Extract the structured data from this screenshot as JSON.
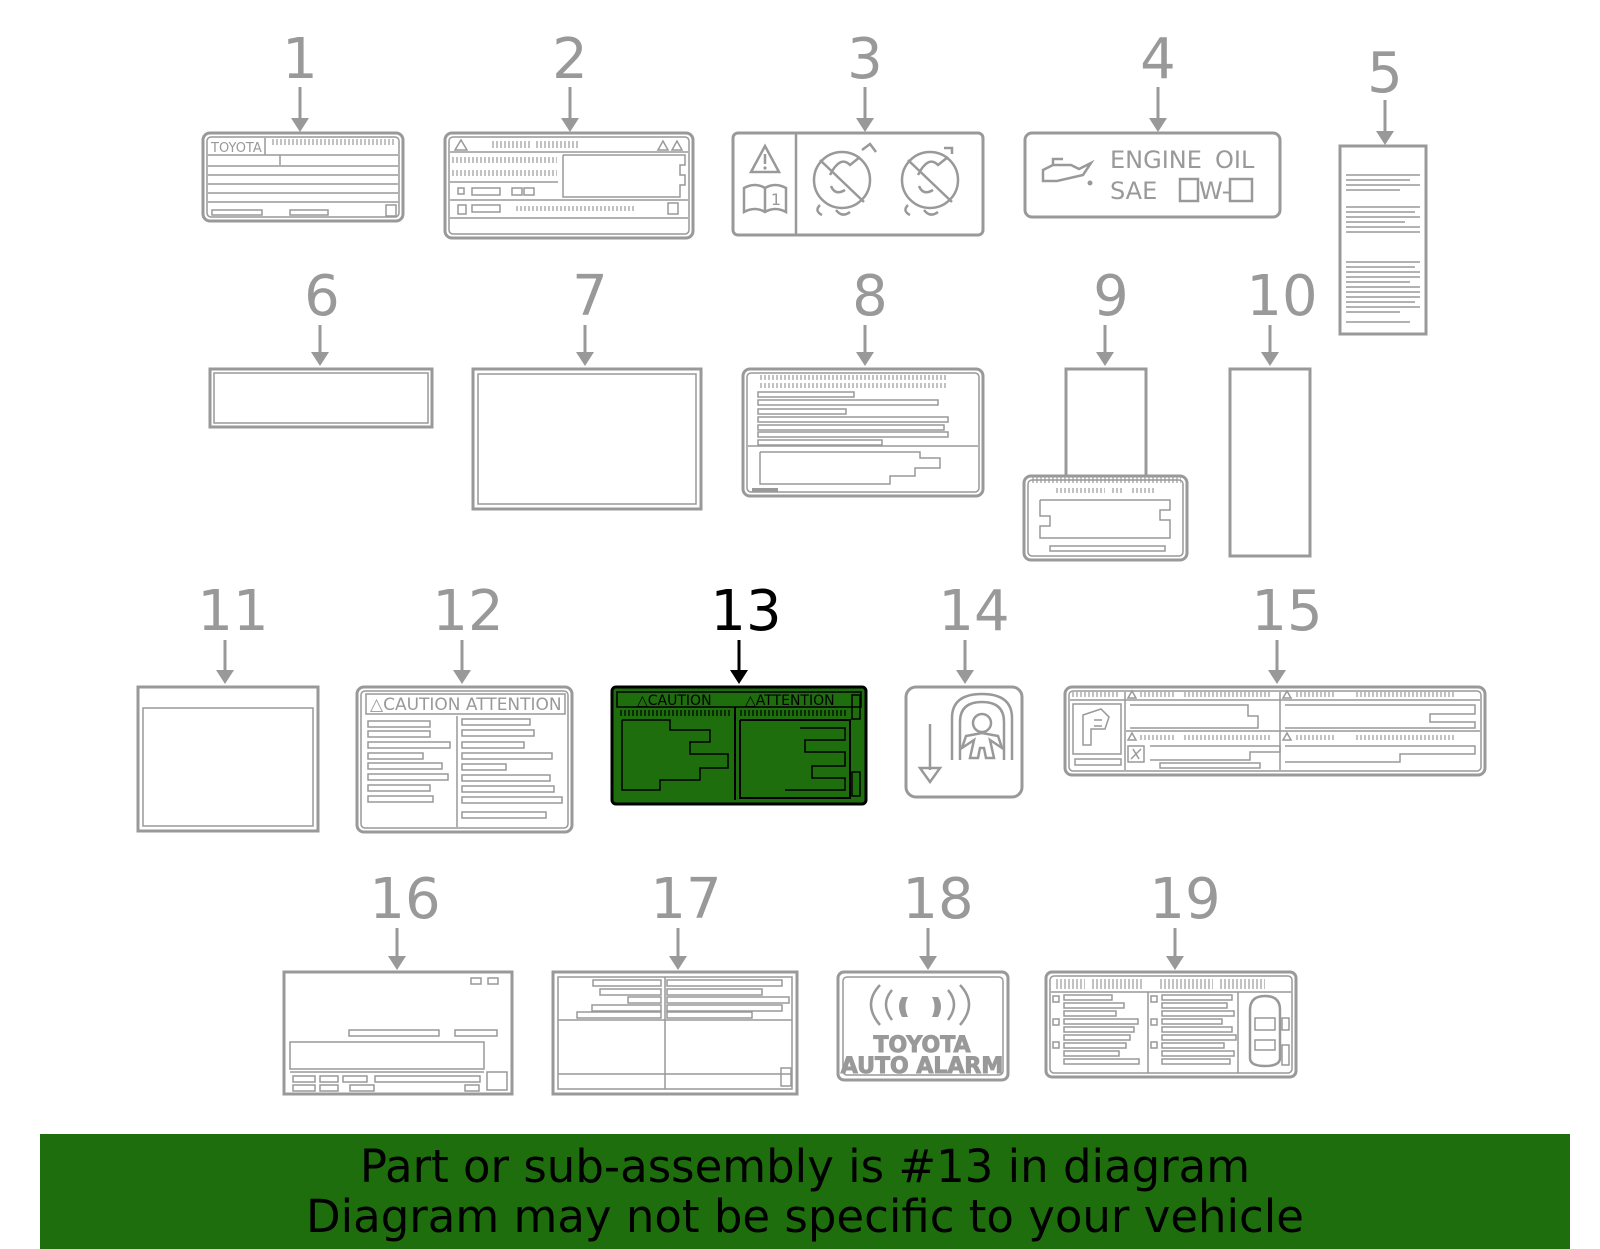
{
  "callouts": [
    "1",
    "2",
    "3",
    "4",
    "5",
    "6",
    "7",
    "8",
    "9",
    "10",
    "11",
    "12",
    "13",
    "14",
    "15",
    "16",
    "17",
    "18",
    "19"
  ],
  "selected_callout": "13",
  "label_text": {
    "brand": "TOYOTA",
    "engine": "ENGINE",
    "oil": "OIL",
    "sae": "SAE",
    "w": "W-",
    "caution_attention": "△CAUTION ATTENTION",
    "caution": "△CAUTION",
    "attention": "△ATTENTION",
    "alarm_brand": "TOYOTA",
    "alarm": "AUTO ALARM",
    "manual_page": "1"
  },
  "colors": {
    "highlight": "#1e6e0e",
    "outline": "#999999",
    "selected": "#000000",
    "banner": "#1e6e0e"
  },
  "banner": {
    "line1": "Part or sub-assembly is #13 in diagram",
    "line2": "Diagram may not be specific to your vehicle"
  }
}
